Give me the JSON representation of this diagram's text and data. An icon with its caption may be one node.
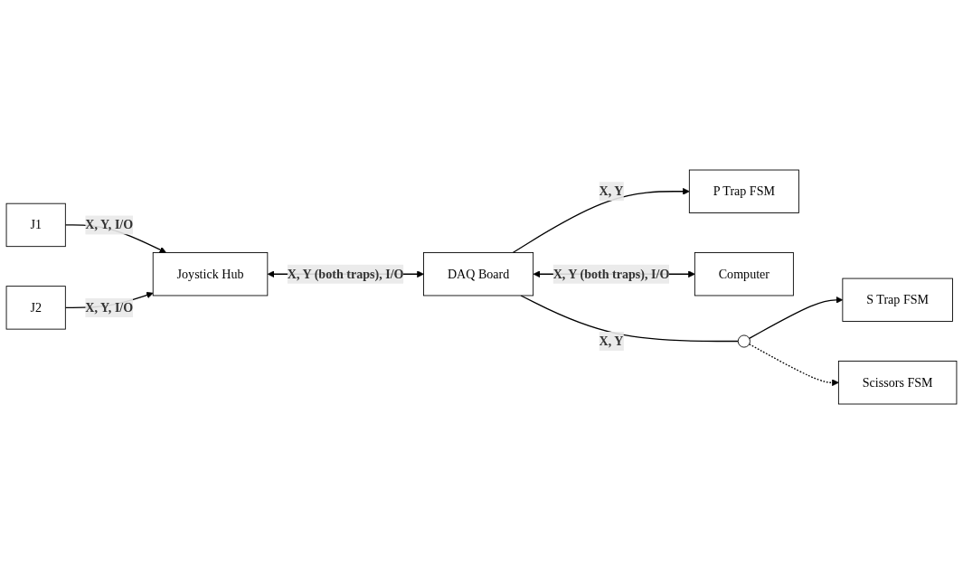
{
  "diagram": {
    "nodes": [
      {
        "text": [
          "J1"
        ]
      },
      {
        "text": [
          "J2"
        ]
      },
      {
        "text": [
          "Joystick Hub"
        ]
      },
      {
        "text": [
          "DAQ Board"
        ]
      },
      {
        "text": [
          "P Trap FSM"
        ]
      },
      {
        "text": [
          "S Trap FSM"
        ]
      },
      {
        "text": [
          "Scissors FSM"
        ]
      },
      {
        "text": [
          "Computer"
        ]
      },
      {
        "text": [],
        "shape": "circle"
      }
    ],
    "edges": [
      {
        "from": 0,
        "to": 2,
        "arrow": "to",
        "label": "X, Y, I/O"
      },
      {
        "from": 1,
        "to": 2,
        "arrow": "to",
        "label": "X, Y, I/O"
      },
      {
        "from": 2,
        "to": 3,
        "arrow": "both",
        "label": "X, Y (both traps), I/O"
      },
      {
        "from": 3,
        "to": 4,
        "arrow": "to",
        "label": "X, Y"
      },
      {
        "from": 3,
        "to": 8,
        "arrow": "none",
        "label": "X, Y"
      },
      {
        "from": 8,
        "to": 5,
        "arrow": "to"
      },
      {
        "from": 8,
        "to": 6,
        "arrow": "to",
        "style": "dashed"
      },
      {
        "from": 3,
        "to": 7,
        "arrow": "both",
        "label": "X, Y (both traps), I/O"
      }
    ]
  }
}
